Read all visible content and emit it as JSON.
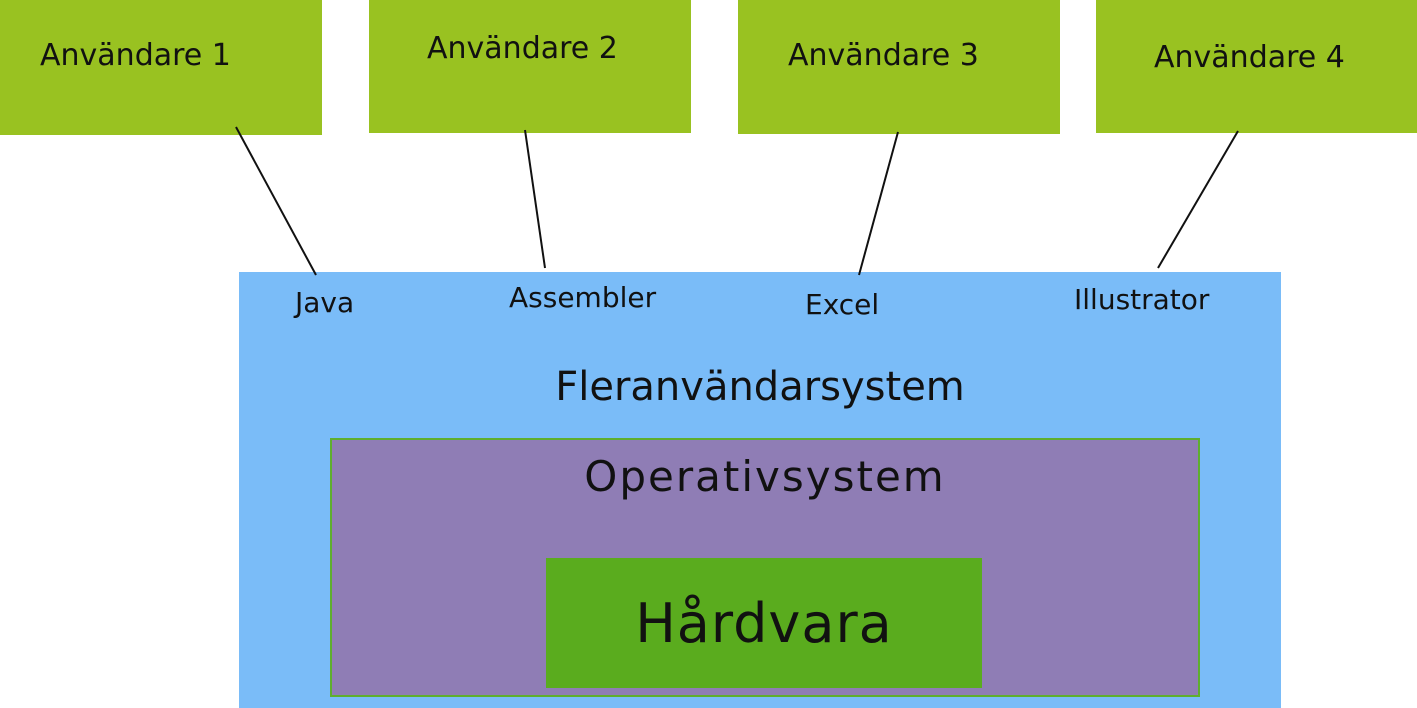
{
  "users": [
    {
      "label": "Användare 1"
    },
    {
      "label": "Användare 2"
    },
    {
      "label": "Användare 3"
    },
    {
      "label": "Användare 4"
    }
  ],
  "applications": [
    {
      "label": "Java"
    },
    {
      "label": "Assembler"
    },
    {
      "label": "Excel"
    },
    {
      "label": "Illustrator"
    }
  ],
  "multiuser_system": {
    "label": "Fleranvändarsystem"
  },
  "operating_system": {
    "label": "Operativsystem"
  },
  "hardware": {
    "label": "Hårdvara"
  },
  "colors": {
    "user_box": "#99c221",
    "multiuser_system": "#7abcf8",
    "operating_system": "#8f7db5",
    "hardware": "#5aac1e",
    "connector": "#111111"
  }
}
